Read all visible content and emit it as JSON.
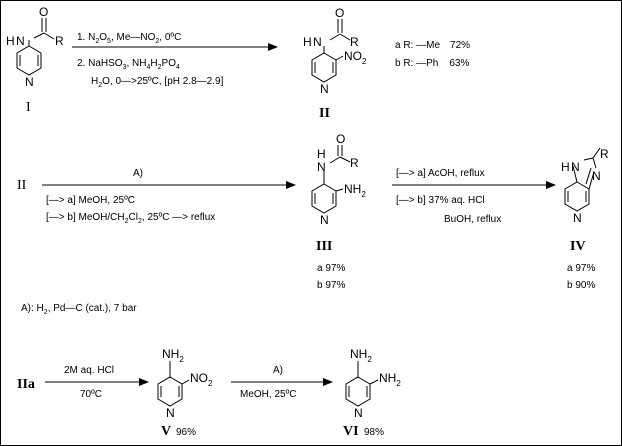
{
  "compounds": {
    "I": {
      "label": "I",
      "atoms": {
        "N": "N",
        "H": "H",
        "O": "O",
        "R": "R",
        "ring_N": "N"
      }
    },
    "II": {
      "label": "II",
      "atoms": {
        "N": "N",
        "H": "H",
        "O": "O",
        "R": "R",
        "NO2": "NO",
        "NO2_sub": "2",
        "ring_N": "N"
      }
    },
    "III": {
      "label": "III",
      "atoms": {
        "N": "N",
        "H": "H",
        "O": "O",
        "R": "R",
        "NH2": "NH",
        "NH2_sub": "2",
        "ring_N": "N"
      },
      "yield_a": "a 97%",
      "yield_b": "b 97%"
    },
    "IV": {
      "label": "IV",
      "atoms": {
        "R": "R",
        "N_top": "N",
        "H": "H",
        "N_right": "N",
        "ring_N": "N"
      },
      "yield_a": "a 97%",
      "yield_b": "b 90%"
    },
    "V": {
      "label": "V",
      "atoms": {
        "NH2": "NH",
        "NH2_sub": "2",
        "NO2": "NO",
        "NO2_sub": "2",
        "ring_N": "N"
      },
      "yield": "96%"
    },
    "VI": {
      "label": "VI",
      "atoms": {
        "NH2_top": "NH",
        "NH2_top_sub": "2",
        "NH2_right": "NH",
        "NH2_right_sub": "2",
        "ring_N": "N"
      },
      "yield": "98%"
    }
  },
  "substituents": {
    "a": {
      "prefix": "a  R: ",
      "group": "—Me",
      "yield": "72%"
    },
    "b": {
      "prefix": "b  R: ",
      "group": "—Ph",
      "yield": "63%"
    }
  },
  "step1": {
    "line1": {
      "a": "1. N",
      "a_sub": "2",
      "b": "O",
      "b_sub": "5",
      "c": ",  Me—NO",
      "c_sub": "2",
      "d": ", 0ºC"
    },
    "line2": {
      "a": "2. NaHSO",
      "a_sub": "3",
      "b": ",  NH",
      "b_sub": "4",
      "c": "H",
      "c_sub": "2",
      "d": "PO",
      "d_sub": "4"
    },
    "line3": {
      "a": "H",
      "a_sub": "2",
      "b": "O,  0—>25ºC, [pH 2.8—2.9]"
    }
  },
  "step2": {
    "start_label": "II",
    "arrow_label": "A)",
    "cond_a": "[—> a] MeOH,  25ºC",
    "cond_b_pre": "[—> b] MeOH/CH",
    "cond_b_sub1": "2",
    "cond_b_mid": "Cl",
    "cond_b_sub2": "2",
    "cond_b_post": ",  25ºC —> reflux"
  },
  "step3": {
    "cond_a": "[—> a] AcOH,    reflux",
    "cond_b": "[—> b] 37% aq. HCl",
    "cond_c": "BuOH,   reflux"
  },
  "footnote": {
    "pre": "A): H",
    "sub": "2",
    "post": ", Pd—C (cat.), 7 bar"
  },
  "step4": {
    "start_label": "IIa",
    "above": "2M aq. HCl",
    "below": "70ºC"
  },
  "step5": {
    "above": "A)",
    "below": "MeOH,  25ºC"
  }
}
